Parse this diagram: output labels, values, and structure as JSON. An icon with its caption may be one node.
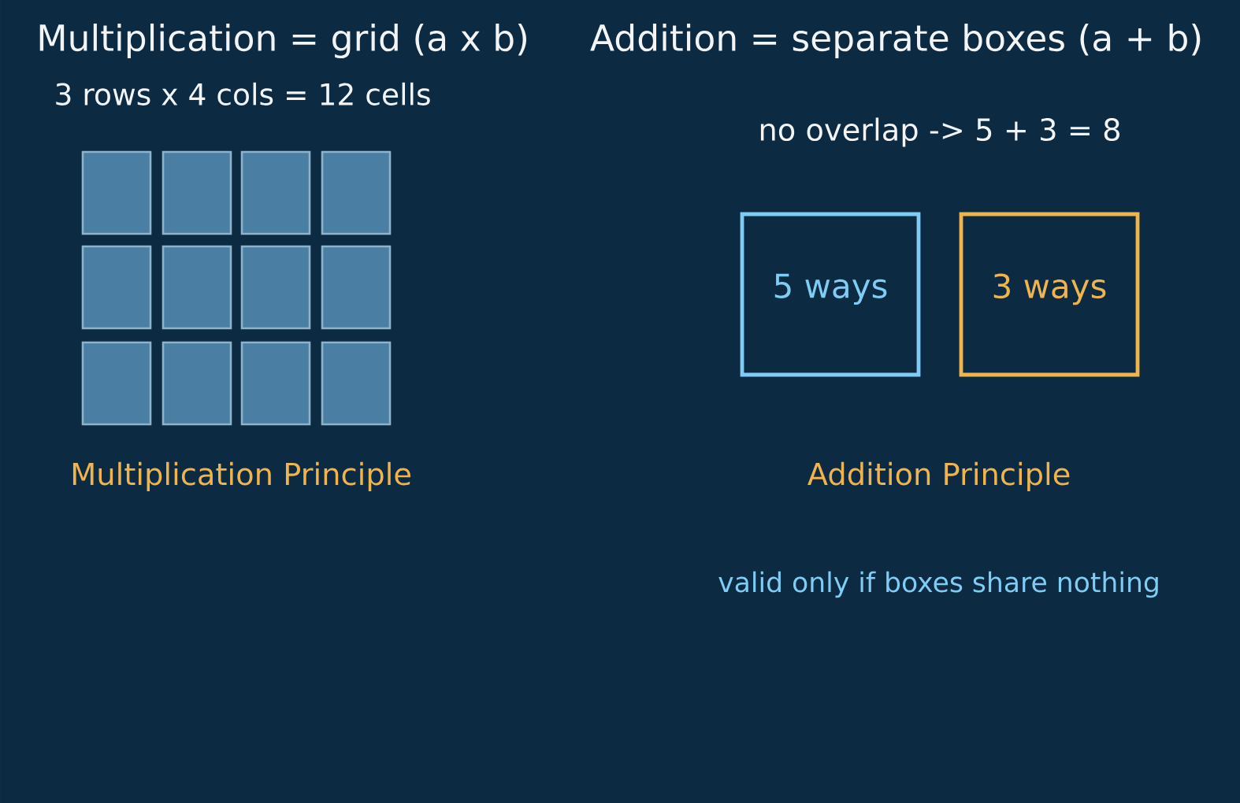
{
  "diagram": {
    "nodes": [
      {
        "text": [],
        "shape": "box"
      },
      {
        "text": [],
        "shape": "box"
      },
      {
        "text": [],
        "shape": "box"
      },
      {
        "text": [],
        "shape": "box"
      },
      {
        "text": [],
        "shape": "box"
      },
      {
        "text": [],
        "shape": "box"
      },
      {
        "text": [],
        "shape": "box"
      },
      {
        "text": [],
        "shape": "box"
      },
      {
        "text": [],
        "shape": "box"
      },
      {
        "text": [],
        "shape": "box"
      },
      {
        "text": [],
        "shape": "box"
      },
      {
        "text": [],
        "shape": "box"
      },
      {
        "text": [
          "5 ways"
        ]
      },
      {
        "text": [
          "3 ways"
        ]
      }
    ],
    "labels": [
      "Multiplication = grid (a x b)",
      "Addition = separate boxes (a + b)",
      "3 rows x 4 cols = 12 cells",
      "no overlap -> 5 + 3 = 8",
      "Multiplication Principle",
      "Addition Principle",
      "valid only if boxes share nothing"
    ]
  }
}
